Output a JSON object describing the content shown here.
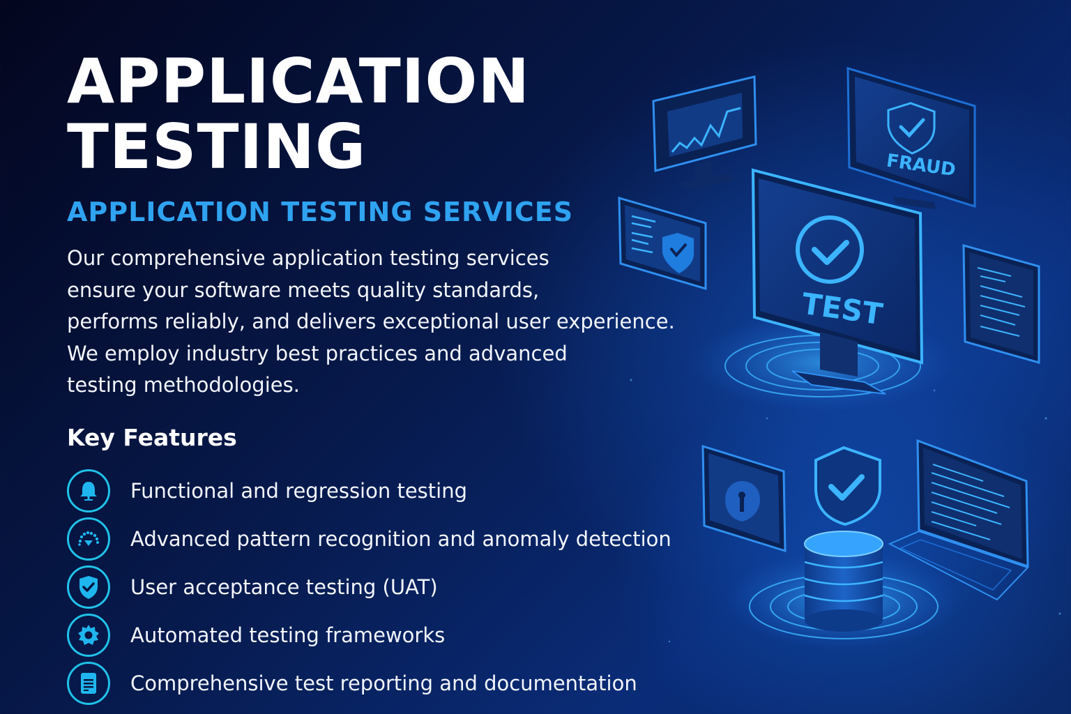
{
  "header": {
    "title_line1": "APPLICATION",
    "title_line2": "TESTING",
    "subtitle": "APPLICATION TESTING SERVICES"
  },
  "description": {
    "lines": [
      "Our comprehensive application testing services",
      "ensure your software meets quality standards,",
      "performs reliably, and delivers exceptional user experience.",
      "We employ industry best practices and advanced",
      "testing methodologies."
    ]
  },
  "features": {
    "heading": "Key Features",
    "items": [
      {
        "label": "Functional and regression testing",
        "icon": "bell-icon"
      },
      {
        "label": "Advanced pattern recognition and anomaly detection",
        "icon": "signal-pattern-icon"
      },
      {
        "label": "User acceptance testing (UAT)",
        "icon": "shield-check-icon"
      },
      {
        "label": "Automated testing frameworks",
        "icon": "gear-icon"
      },
      {
        "label": "Comprehensive test reporting and documentation",
        "icon": "document-icon"
      }
    ]
  },
  "illustration": {
    "main_monitor_label": "TEST",
    "fraud_monitor_label": "FRAUD"
  },
  "colors": {
    "background_dark": "#03061e",
    "background_mid": "#0a2c78",
    "accent_blue": "#2fa3f0",
    "icon_cyan": "#1fc2e8",
    "glow": "#3cb4ff"
  }
}
